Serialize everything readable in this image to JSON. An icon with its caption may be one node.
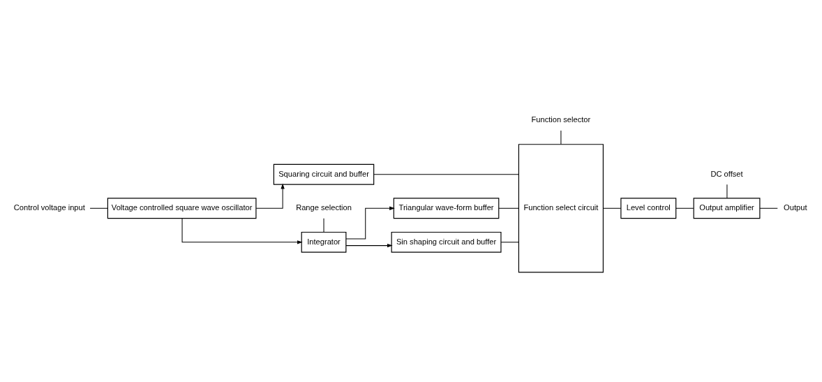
{
  "diagram": {
    "nodes": [
      {
        "text": [
          "Control voltage input"
        ]
      },
      {
        "text": [
          "Voltage controlled square wave oscillator"
        ]
      },
      {
        "text": [
          "Integrator"
        ]
      },
      {
        "text": [
          "Range selection"
        ]
      },
      {
        "text": [
          "Triangular wave-form buffer"
        ]
      },
      {
        "text": [
          "Sin shaping circuit and buffer"
        ]
      },
      {
        "text": [
          "Squaring circuit and buffer"
        ]
      },
      {
        "text": [
          "Function selector"
        ]
      },
      {
        "text": [
          "Function select circuit"
        ]
      },
      {
        "text": [
          "Level control"
        ]
      },
      {
        "text": [
          "Output amplifier"
        ]
      },
      {
        "text": [
          "DC offset"
        ]
      },
      {
        "text": [
          "Output"
        ]
      }
    ],
    "edges": [
      {
        "from": 0,
        "to": 1,
        "arrow": "none"
      },
      {
        "from": 1,
        "to": 2,
        "arrow": "to"
      },
      {
        "from": 1,
        "to": 6,
        "arrow": "to"
      },
      {
        "from": 2,
        "to": 4,
        "arrow": "to"
      },
      {
        "from": 2,
        "to": 5,
        "arrow": "to"
      },
      {
        "from": 3,
        "to": 2,
        "arrow": "none"
      },
      {
        "from": 4,
        "to": 8,
        "arrow": "none"
      },
      {
        "from": 5,
        "to": 8,
        "arrow": "none"
      },
      {
        "from": 6,
        "to": 8,
        "arrow": "none"
      },
      {
        "from": 7,
        "to": 8,
        "arrow": "none"
      },
      {
        "from": 8,
        "to": 9,
        "arrow": "none"
      },
      {
        "from": 9,
        "to": 10,
        "arrow": "none"
      },
      {
        "from": 10,
        "to": 12,
        "arrow": "none"
      },
      {
        "from": 11,
        "to": 10,
        "arrow": "none"
      }
    ]
  }
}
